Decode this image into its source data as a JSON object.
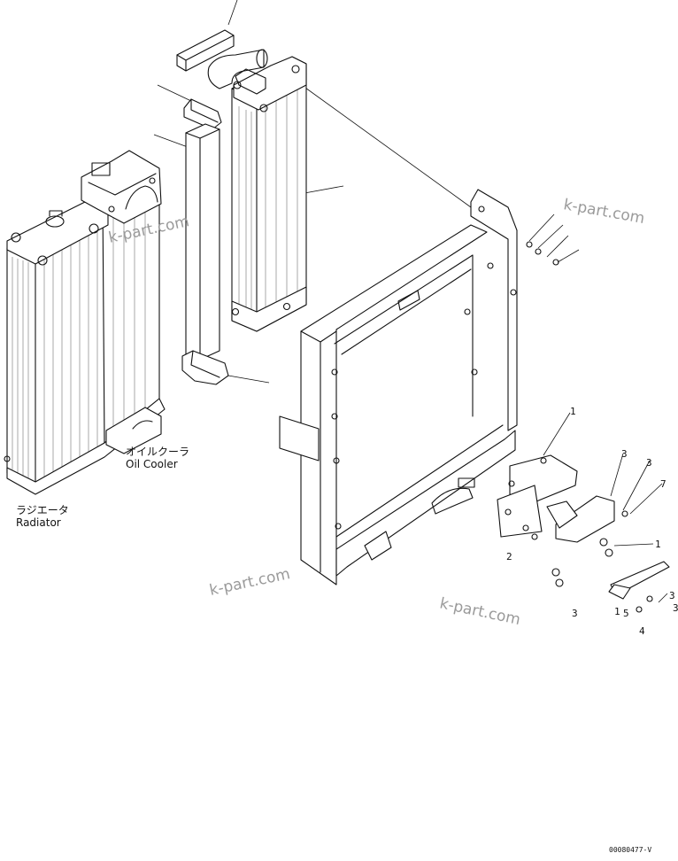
{
  "labels": {
    "oil_cooler_jp": "オイルクーラ",
    "oil_cooler_en": "Oil Cooler",
    "radiator_jp": "ラジエータ",
    "radiator_en": "Radiator"
  },
  "watermark": "k-part.com",
  "part_numbers": [
    "1",
    "3",
    "3",
    "7",
    "1",
    "3",
    "2",
    "3",
    "1",
    "5",
    "4",
    "3"
  ],
  "drawing_code": "00080477-V",
  "colors": {
    "line": "#111111",
    "watermark": "#9a9a9a",
    "background": "#ffffff"
  }
}
